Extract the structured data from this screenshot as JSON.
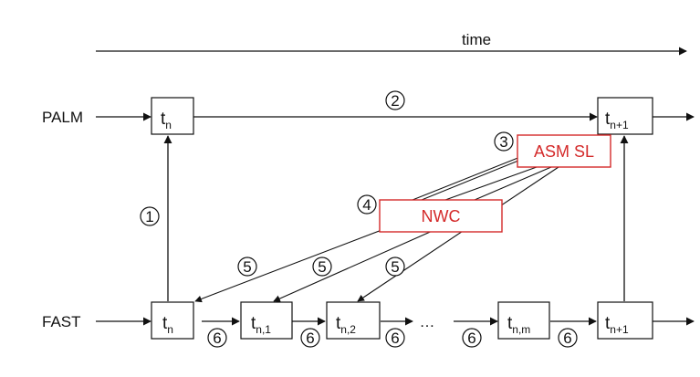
{
  "time_label": "time",
  "rows": {
    "palm": "PALM",
    "fast": "FAST"
  },
  "palm_steps": [
    {
      "base": "t",
      "sub": "n"
    },
    {
      "base": "t",
      "sub": "n+1"
    }
  ],
  "fast_steps": [
    {
      "base": "t",
      "sub": "n"
    },
    {
      "base": "t",
      "sub": "n,1"
    },
    {
      "base": "t",
      "sub": "n,2"
    },
    {
      "base": "t",
      "sub": "n,m"
    },
    {
      "base": "t",
      "sub": "n+1"
    }
  ],
  "ellipsis": "…",
  "modules": {
    "asm": "ASM SL",
    "nwc": "NWC"
  },
  "step_markers": {
    "one": "1",
    "two": "2",
    "three": "3",
    "four": "4",
    "five_a": "5",
    "five_b": "5",
    "five_c": "5",
    "six_a": "6",
    "six_b": "6",
    "six_c": "6",
    "six_d": "6",
    "six_e": "6"
  },
  "colors": {
    "line": "#111111",
    "module_red": "#d42a2a"
  }
}
